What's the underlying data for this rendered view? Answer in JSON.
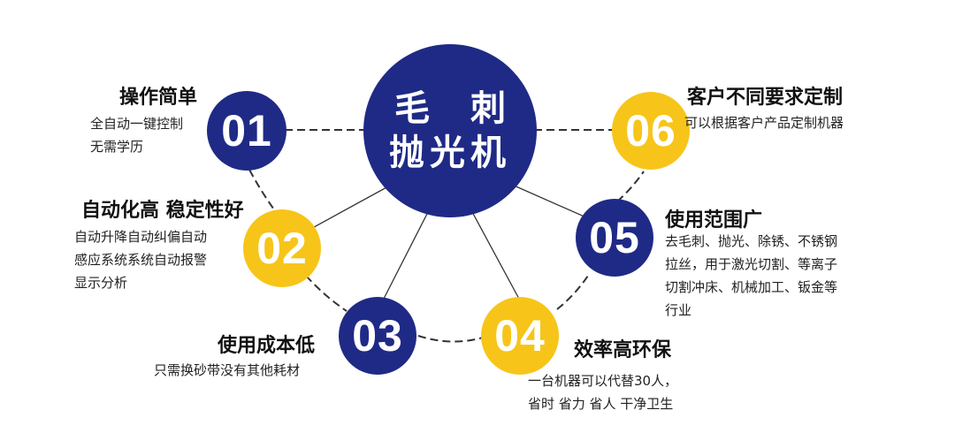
{
  "center": {
    "line1_char1": "毛",
    "line1_char2": "刺",
    "line2": "抛光机"
  },
  "items": [
    {
      "num": "01",
      "title": "操作简单",
      "desc": [
        "全自动一键控制",
        "无需学历"
      ]
    },
    {
      "num": "02",
      "title": "自动化高 稳定性好",
      "desc": [
        "自动升降自动纠偏自动",
        "感应系统系统自动报警",
        "显示分析"
      ]
    },
    {
      "num": "03",
      "title": "使用成本低",
      "desc": [
        "只需换砂带没有其他耗材"
      ]
    },
    {
      "num": "04",
      "title": "效率高环保",
      "desc": [
        "一台机器可以代替30人，",
        "省时 省力 省人 干净卫生"
      ]
    },
    {
      "num": "05",
      "title": "使用范围广",
      "desc": [
        "去毛刺、抛光、除锈、不锈钢",
        "拉丝，用于激光切割、等离子",
        "切割冲床、机械加工、钣金等",
        "行业"
      ]
    },
    {
      "num": "06",
      "title": "客户不同要求定制",
      "desc": [
        "可以根据客户产品定制机器"
      ]
    }
  ],
  "colors": {
    "blue": "#1f2a86",
    "yellow": "#f7c519"
  }
}
